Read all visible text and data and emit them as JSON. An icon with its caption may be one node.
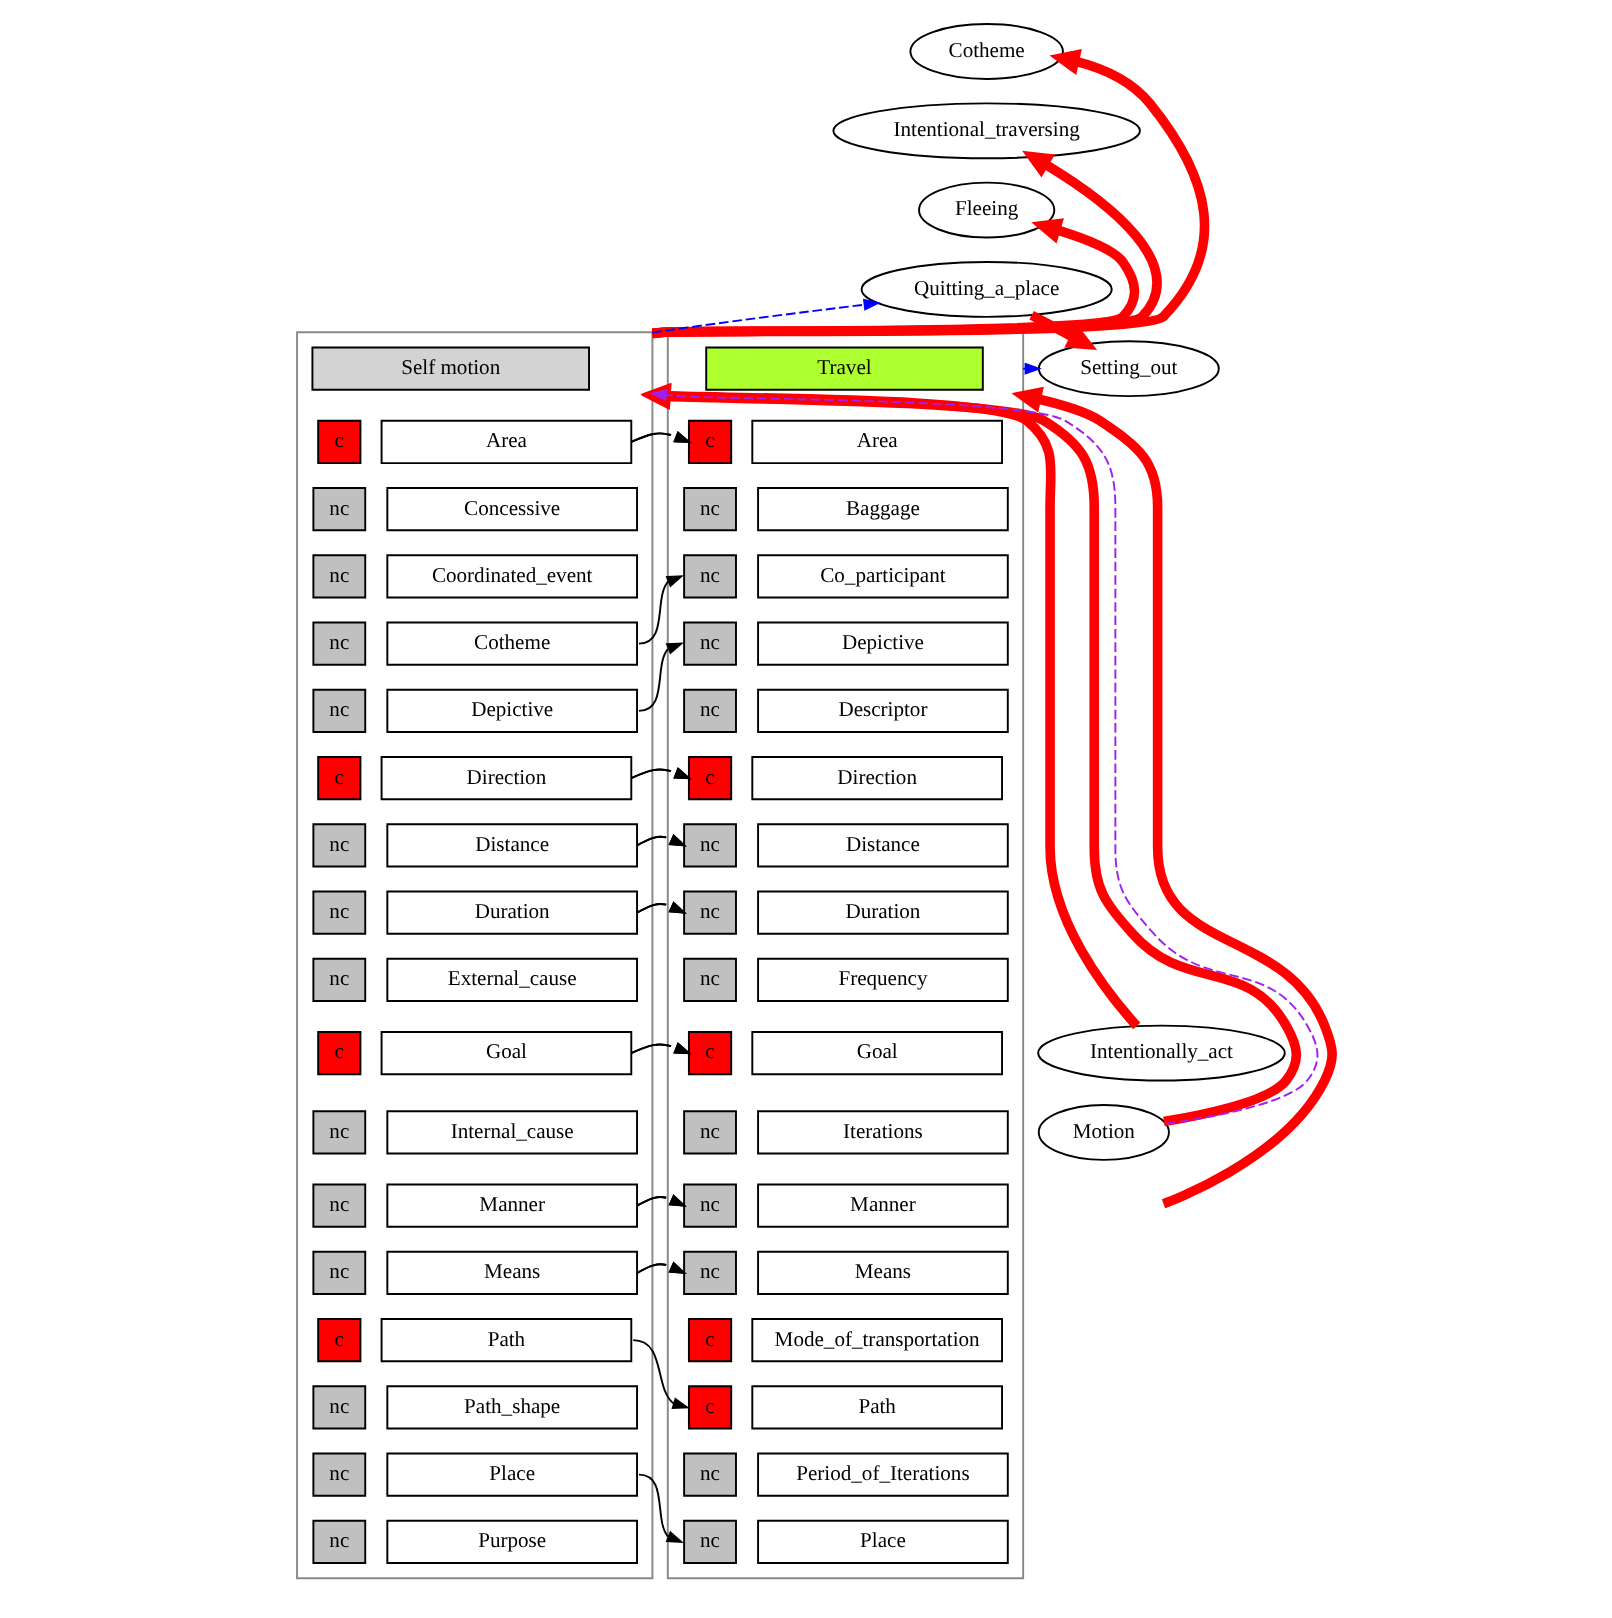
{
  "diagram": {
    "nodes": [
      {
        "text": [
          "Cotheme"
        ]
      },
      {
        "text": [
          "Intentional_traversing"
        ]
      },
      {
        "text": [
          "Fleeing"
        ]
      },
      {
        "text": [
          "Quitting_a_place"
        ]
      },
      {
        "text": [],
        "shape": "box"
      },
      {
        "text": [
          "Self motion"
        ],
        "in": 4
      },
      {
        "text": [
          "c"
        ],
        "in": 4
      },
      {
        "text": [
          "Area"
        ],
        "in": 4
      },
      {
        "text": [
          "nc"
        ],
        "in": 4
      },
      {
        "text": [
          "Concessive"
        ],
        "in": 4
      },
      {
        "text": [
          "nc"
        ],
        "in": 4
      },
      {
        "text": [
          "Coordinated_event"
        ],
        "in": 4
      },
      {
        "text": [
          "nc"
        ],
        "in": 4
      },
      {
        "text": [
          "Cotheme"
        ],
        "in": 4
      },
      {
        "text": [
          "nc"
        ],
        "in": 4
      },
      {
        "text": [
          "Depictive"
        ],
        "in": 4
      },
      {
        "text": [
          "c"
        ],
        "in": 4
      },
      {
        "text": [
          "Direction"
        ],
        "in": 4
      },
      {
        "text": [
          "nc"
        ],
        "in": 4
      },
      {
        "text": [
          "Distance"
        ],
        "in": 4
      },
      {
        "text": [
          "nc"
        ],
        "in": 4
      },
      {
        "text": [
          "Duration"
        ],
        "in": 4
      },
      {
        "text": [
          "nc"
        ],
        "in": 4
      },
      {
        "text": [
          "External_cause"
        ],
        "in": 4
      },
      {
        "text": [
          "c"
        ],
        "in": 4
      },
      {
        "text": [
          "Goal"
        ],
        "in": 4
      },
      {
        "text": [
          "nc"
        ],
        "in": 4
      },
      {
        "text": [
          "Internal_cause"
        ],
        "in": 4
      },
      {
        "text": [
          "nc"
        ],
        "in": 4
      },
      {
        "text": [
          "Manner"
        ],
        "in": 4
      },
      {
        "text": [
          "nc"
        ],
        "in": 4
      },
      {
        "text": [
          "Means"
        ],
        "in": 4
      },
      {
        "text": [
          "c"
        ],
        "in": 4
      },
      {
        "text": [
          "Path"
        ],
        "in": 4
      },
      {
        "text": [
          "nc"
        ],
        "in": 4
      },
      {
        "text": [
          "Path_shape"
        ],
        "in": 4
      },
      {
        "text": [
          "nc"
        ],
        "in": 4
      },
      {
        "text": [
          "Place"
        ],
        "in": 4
      },
      {
        "text": [
          "nc"
        ],
        "in": 4
      },
      {
        "text": [
          "Purpose"
        ],
        "in": 4
      },
      {
        "text": [],
        "shape": "box"
      },
      {
        "text": [
          "Travel"
        ],
        "in": 40
      },
      {
        "text": [
          "c"
        ],
        "in": 40
      },
      {
        "text": [
          "Area"
        ],
        "in": 40
      },
      {
        "text": [
          "nc"
        ],
        "in": 40
      },
      {
        "text": [
          "Baggage"
        ],
        "in": 40
      },
      {
        "text": [
          "nc"
        ],
        "in": 40
      },
      {
        "text": [
          "Co_participant"
        ],
        "in": 40
      },
      {
        "text": [
          "nc"
        ],
        "in": 40
      },
      {
        "text": [
          "Depictive"
        ],
        "in": 40
      },
      {
        "text": [
          "nc"
        ],
        "in": 40
      },
      {
        "text": [
          "Descriptor"
        ],
        "in": 40
      },
      {
        "text": [
          "c"
        ],
        "in": 40
      },
      {
        "text": [
          "Direction"
        ],
        "in": 40
      },
      {
        "text": [
          "nc"
        ],
        "in": 40
      },
      {
        "text": [
          "Distance"
        ],
        "in": 40
      },
      {
        "text": [
          "nc"
        ],
        "in": 40
      },
      {
        "text": [
          "Duration"
        ],
        "in": 40
      },
      {
        "text": [
          "nc"
        ],
        "in": 40
      },
      {
        "text": [
          "Frequency"
        ],
        "in": 40
      },
      {
        "text": [
          "c"
        ],
        "in": 40
      },
      {
        "text": [
          "Goal"
        ],
        "in": 40
      },
      {
        "text": [
          "nc"
        ],
        "in": 40
      },
      {
        "text": [
          "Iterations"
        ],
        "in": 40
      },
      {
        "text": [
          "nc"
        ],
        "in": 40
      },
      {
        "text": [
          "Manner"
        ],
        "in": 40
      },
      {
        "text": [
          "nc"
        ],
        "in": 40
      },
      {
        "text": [
          "Means"
        ],
        "in": 40
      },
      {
        "text": [
          "c"
        ],
        "in": 40
      },
      {
        "text": [
          "Mode_of_transportation"
        ],
        "in": 40
      },
      {
        "text": [
          "c"
        ],
        "in": 40
      },
      {
        "text": [
          "Path"
        ],
        "in": 40
      },
      {
        "text": [
          "nc"
        ],
        "in": 40
      },
      {
        "text": [
          "Period_of_Iterations"
        ],
        "in": 40
      },
      {
        "text": [
          "nc"
        ],
        "in": 40
      },
      {
        "text": [
          "Place"
        ],
        "in": 40
      },
      {
        "text": [
          "Setting_out"
        ]
      },
      {
        "text": [
          "Intentionally_act"
        ]
      },
      {
        "text": [
          "Motion"
        ]
      }
    ],
    "edges": [
      {
        "from": 4,
        "to": 0,
        "arrow": "to",
        "style": "thick",
        "color": "#ff0000"
      },
      {
        "from": 4,
        "to": 1,
        "arrow": "to",
        "style": "thick",
        "color": "#ff0000"
      },
      {
        "from": 4,
        "to": 2,
        "arrow": "to",
        "style": "thick",
        "color": "#ff0000"
      },
      {
        "from": 4,
        "to": 3,
        "arrow": "to",
        "style": "dashed",
        "color": "#0000ff"
      },
      {
        "from": 3,
        "to": 76,
        "arrow": "to",
        "style": "thick",
        "color": "#ff0000"
      },
      {
        "from": 7,
        "to": 42,
        "arrow": "to"
      },
      {
        "from": 13,
        "to": 46,
        "arrow": "to"
      },
      {
        "from": 15,
        "to": 48,
        "arrow": "to"
      },
      {
        "from": 17,
        "to": 52,
        "arrow": "to"
      },
      {
        "from": 19,
        "to": 54,
        "arrow": "to"
      },
      {
        "from": 21,
        "to": 56,
        "arrow": "to"
      },
      {
        "from": 25,
        "to": 60,
        "arrow": "to"
      },
      {
        "from": 29,
        "to": 64,
        "arrow": "to"
      },
      {
        "from": 31,
        "to": 66,
        "arrow": "to"
      },
      {
        "from": 33,
        "to": 70,
        "arrow": "to"
      },
      {
        "from": 37,
        "to": 74,
        "arrow": "to"
      },
      {
        "from": 40,
        "to": 76,
        "arrow": "to",
        "style": "dashed",
        "color": "#0000ff"
      },
      {
        "from": 77,
        "to": 4,
        "arrow": "to",
        "style": "thick",
        "color": "#ff0000"
      },
      {
        "from": 78,
        "to": 4,
        "arrow": "to",
        "style": "thick",
        "color": "#ff0000"
      },
      {
        "from": 78,
        "to": 4,
        "arrow": "to",
        "style": "dashed",
        "color": "#a020f0"
      },
      {
        "from": null,
        "to": 40,
        "arrow": "to",
        "style": "thick",
        "color": "#ff0000"
      }
    ]
  }
}
